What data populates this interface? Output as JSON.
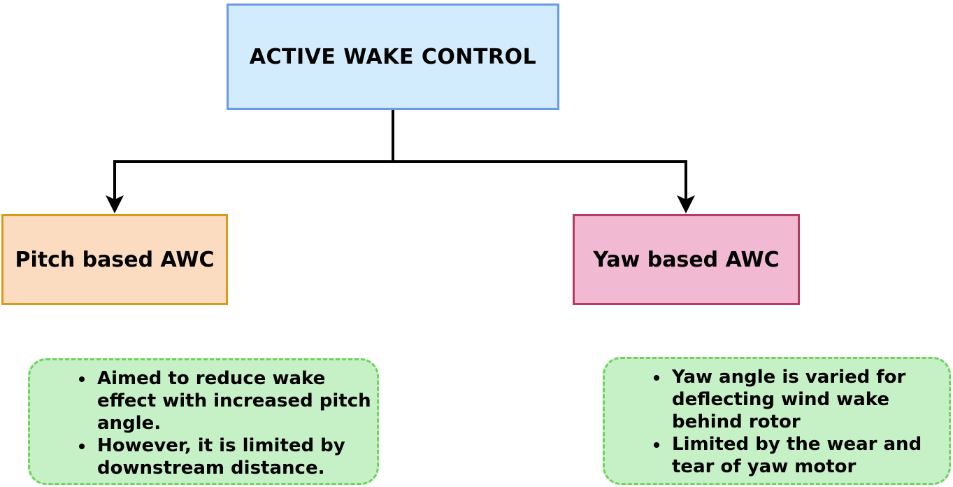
{
  "nodes": {
    "root": {
      "label": "ACTIVE WAKE CONTROL"
    },
    "pitch": {
      "label": "Pitch based AWC"
    },
    "yaw": {
      "label": "Yaw based AWC"
    }
  },
  "notes": {
    "pitch": {
      "items": [
        "Aimed to reduce wake effect with increased pitch angle.",
        "However, it is limited by downstream distance."
      ]
    },
    "yaw": {
      "items": [
        "Yaw angle is varied for deflecting wind wake behind rotor",
        "Limited by the wear and tear of yaw motor"
      ]
    }
  },
  "colors": {
    "root_fill": "#d2ecfd",
    "root_stroke": "#6b9be5",
    "pitch_fill": "#fbdcc1",
    "pitch_stroke": "#d79b1b",
    "yaw_fill": "#f2b9d2",
    "yaw_stroke": "#b83a5e",
    "note_fill": "#c6f1c6",
    "note_stroke": "#6dd35a",
    "connector": "#000000"
  }
}
